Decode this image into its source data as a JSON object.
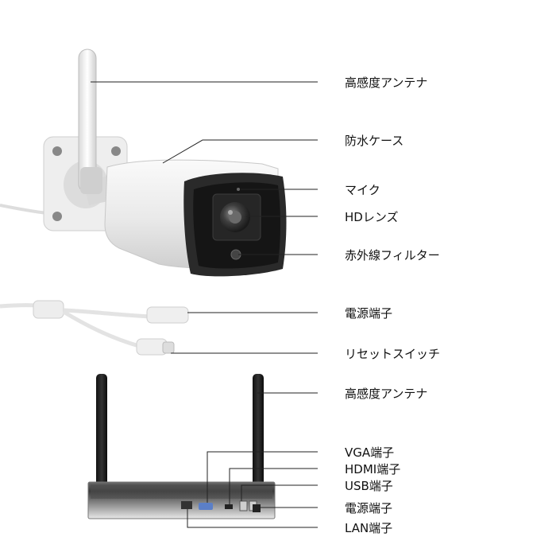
{
  "camera": {
    "labels": {
      "antenna": "高感度アンテナ",
      "housing": "防水ケース",
      "mic": "マイク",
      "lens": "HDレンズ",
      "ir": "赤外線フィルター",
      "power": "電源端子",
      "reset": "リセットスイッチ"
    }
  },
  "nvr": {
    "labels": {
      "antenna": "高感度アンテナ",
      "vga": "VGA端子",
      "hdmi": "HDMI端子",
      "usb": "USB端子",
      "power": "電源端子",
      "lan": "LAN端子"
    }
  }
}
